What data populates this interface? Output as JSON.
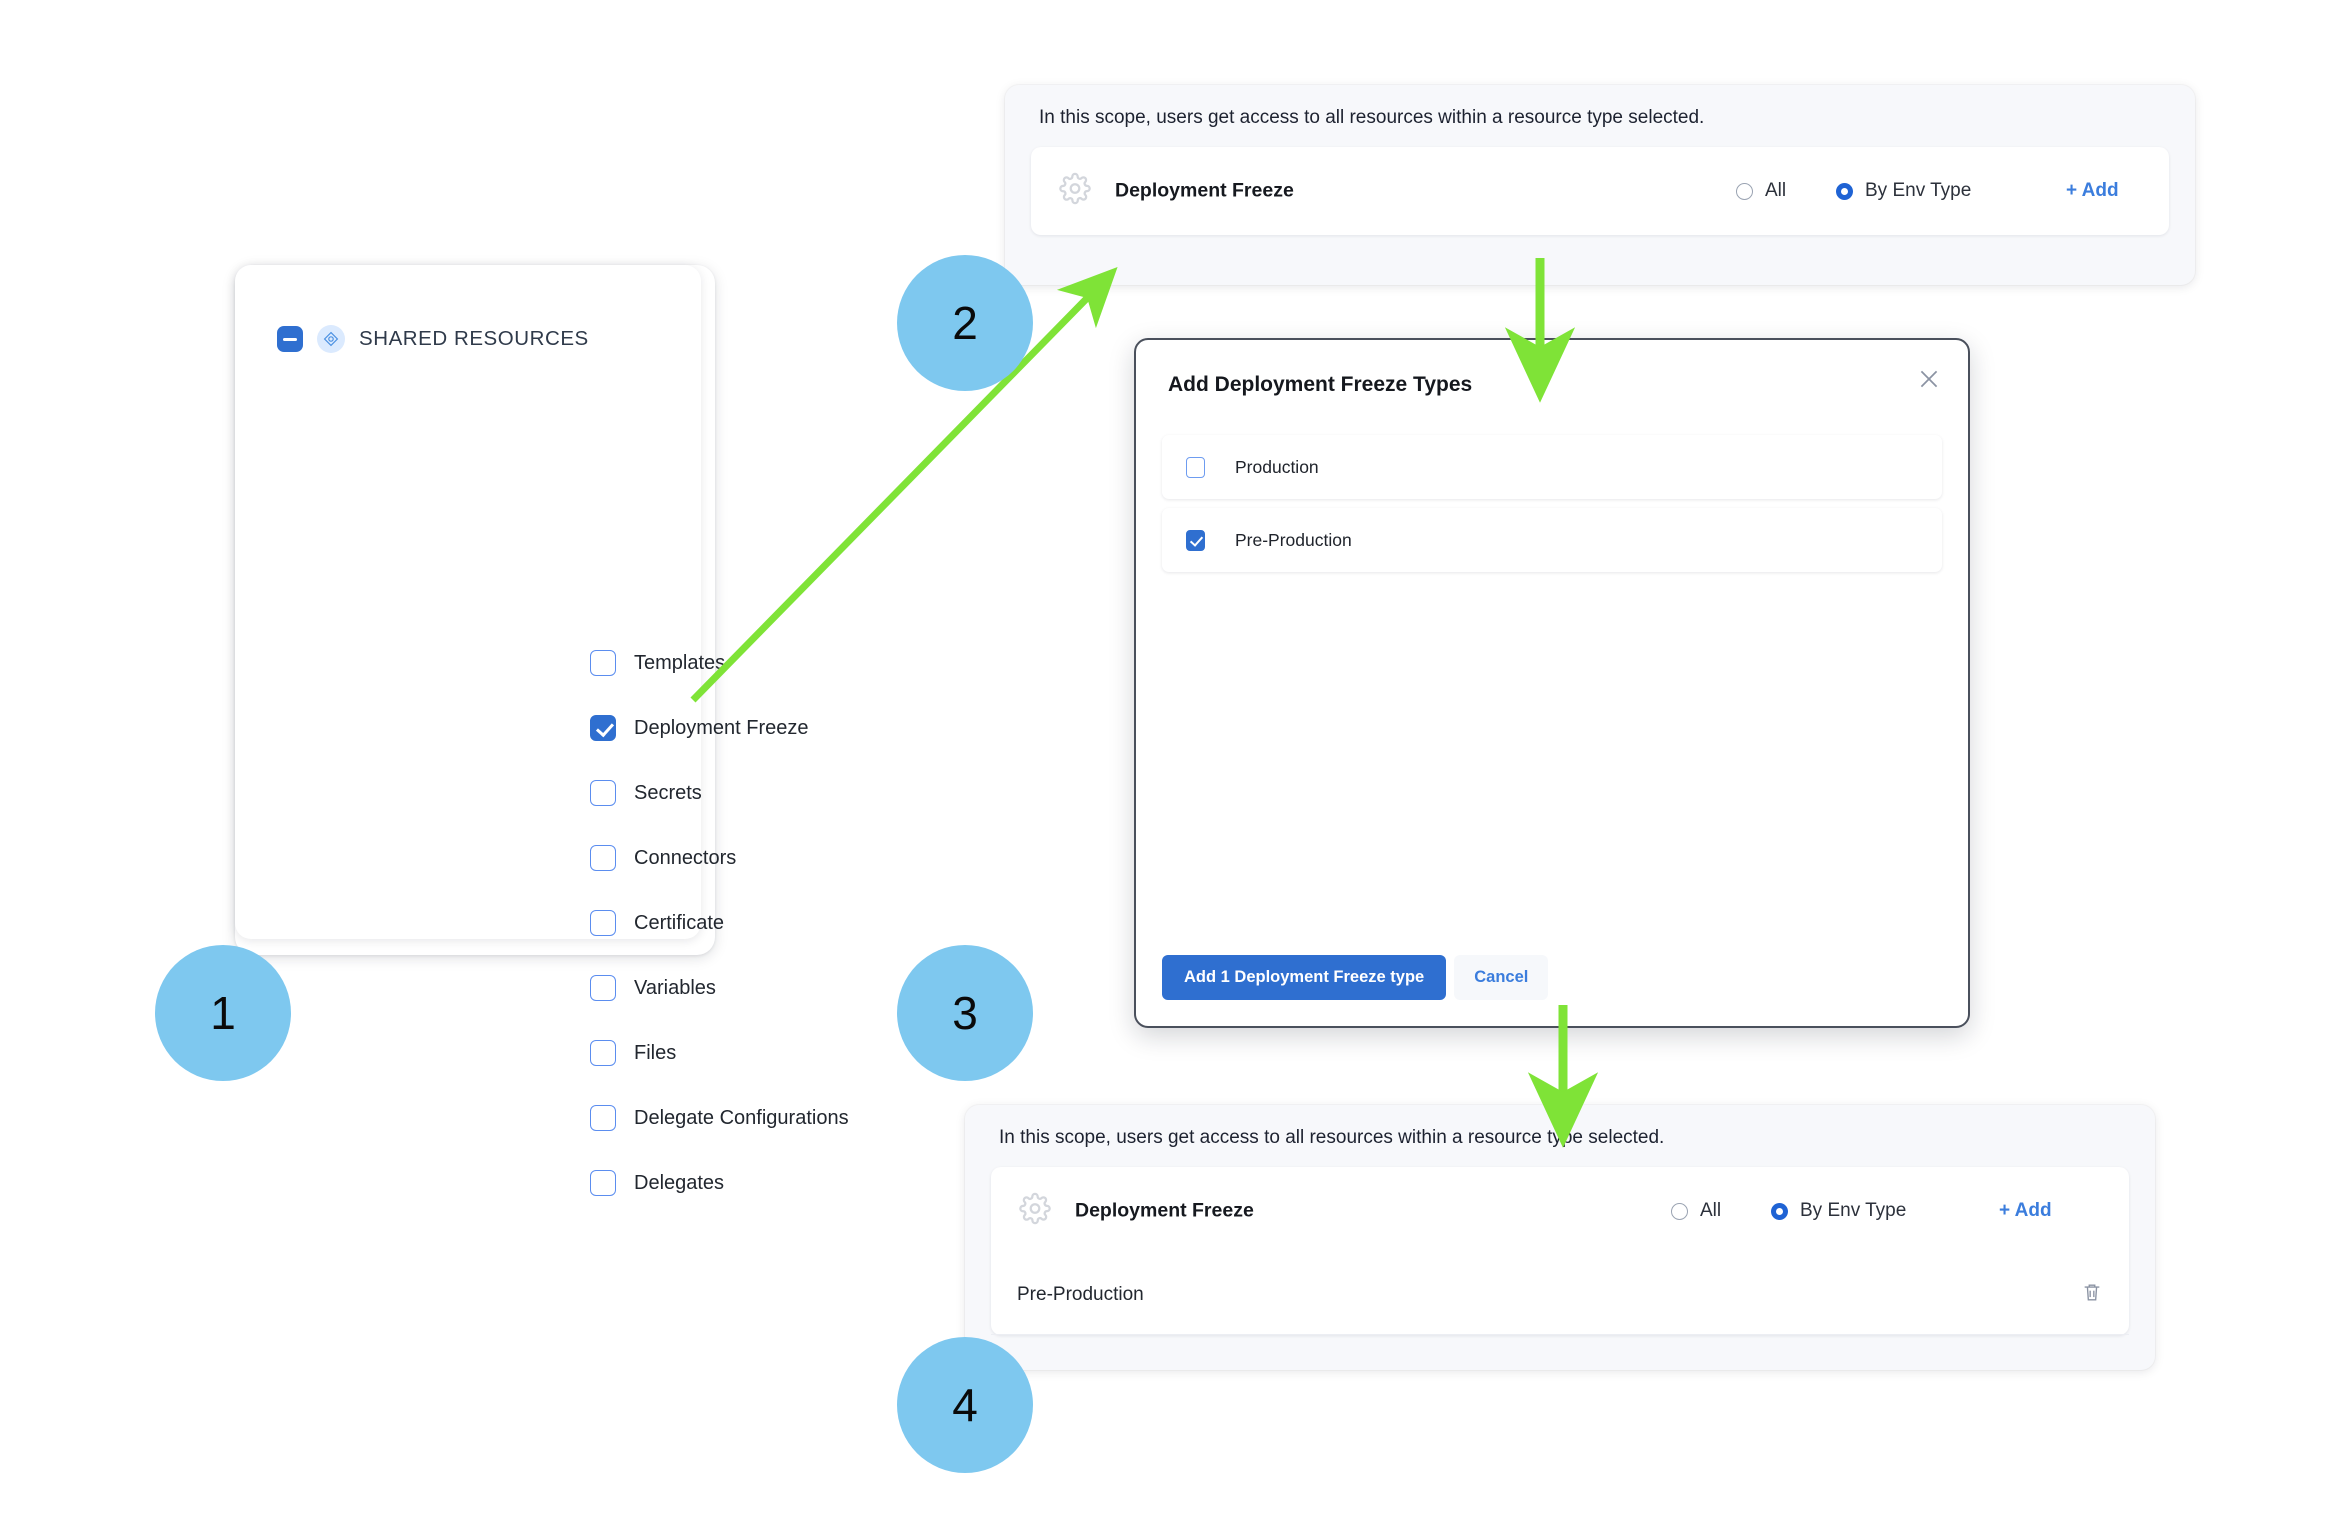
{
  "steps": [
    {
      "number": "1"
    },
    {
      "number": "2"
    },
    {
      "number": "3"
    },
    {
      "number": "4"
    }
  ],
  "resource_tree": {
    "header_label": "SHARED RESOURCES",
    "header_checkbox_state": "indeterminate",
    "header_icon": "resource-diamond-icon",
    "items": [
      {
        "label": "Templates",
        "checked": false
      },
      {
        "label": "Deployment Freeze",
        "checked": true
      },
      {
        "label": "Secrets",
        "checked": false
      },
      {
        "label": "Connectors",
        "checked": false
      },
      {
        "label": "Certificate",
        "checked": false
      },
      {
        "label": "Variables",
        "checked": false
      },
      {
        "label": "Files",
        "checked": false
      },
      {
        "label": "Delegate Configurations",
        "checked": false
      },
      {
        "label": "Delegates",
        "checked": false
      }
    ]
  },
  "scope_panel_before": {
    "note": "In this scope, users get access to all resources within a resource type selected.",
    "resource_icon": "gear-icon",
    "resource_title": "Deployment Freeze",
    "radio_all_label": "All",
    "radio_all_selected": false,
    "radio_env_label": "By Env Type",
    "radio_env_selected": true,
    "add_label": "+ Add",
    "env_rows": []
  },
  "scope_panel_after": {
    "note": "In this scope, users get access to all resources within a resource type selected.",
    "resource_icon": "gear-icon",
    "resource_title": "Deployment Freeze",
    "radio_all_label": "All",
    "radio_all_selected": false,
    "radio_env_label": "By Env Type",
    "radio_env_selected": true,
    "add_label": "+ Add",
    "env_rows": [
      {
        "name": "Pre-Production",
        "delete_icon": "trash-icon"
      }
    ]
  },
  "modal": {
    "title": "Add Deployment Freeze Types",
    "close_icon": "close-icon",
    "options": [
      {
        "label": "Production",
        "checked": false
      },
      {
        "label": "Pre-Production",
        "checked": true
      }
    ],
    "primary_button": "Add 1 Deployment Freeze type",
    "secondary_button": "Cancel"
  },
  "colors": {
    "step_circle": "#7ec8ef",
    "arrow_green": "#7fe337",
    "accent_blue": "#2f6fd0",
    "link_blue": "#3b7ddd",
    "panel_bg": "#f7f8fb",
    "modal_border": "#4a505c"
  }
}
